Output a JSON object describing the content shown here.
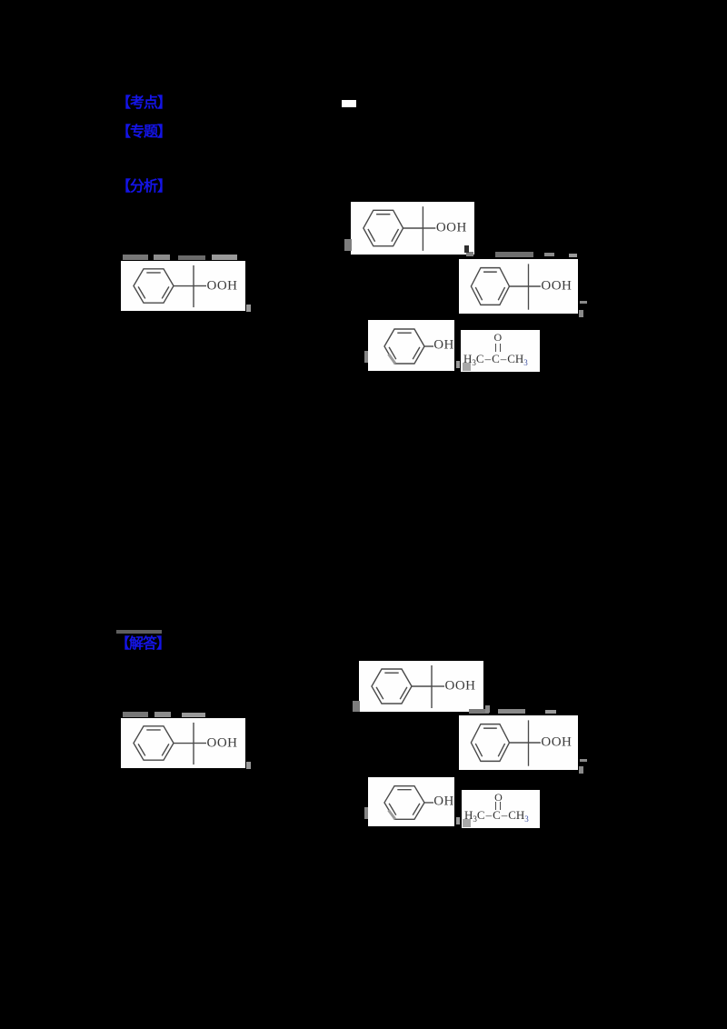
{
  "page": {
    "background_color": "#000000"
  },
  "colors": {
    "tag_blue": "#1414e6",
    "structure_line": "#4a4a4a",
    "label_text": "#3a3a3a",
    "box_background": "#ffffff"
  },
  "tags": {
    "exam_point": "【考点】",
    "topic": "【专题】",
    "analysis": "【分析】",
    "answer": "【解答】"
  },
  "chemistry": {
    "hydroperoxide_label": "OOH",
    "phenol_label": "OH",
    "acetone": {
      "oxygen": "O",
      "left_base": "H",
      "left_subscript": "3",
      "left_carbon": "C",
      "dash_left": "–",
      "center_carbon": "C",
      "dash_right": "–",
      "right_group": "CH",
      "right_subscript": "3"
    }
  }
}
